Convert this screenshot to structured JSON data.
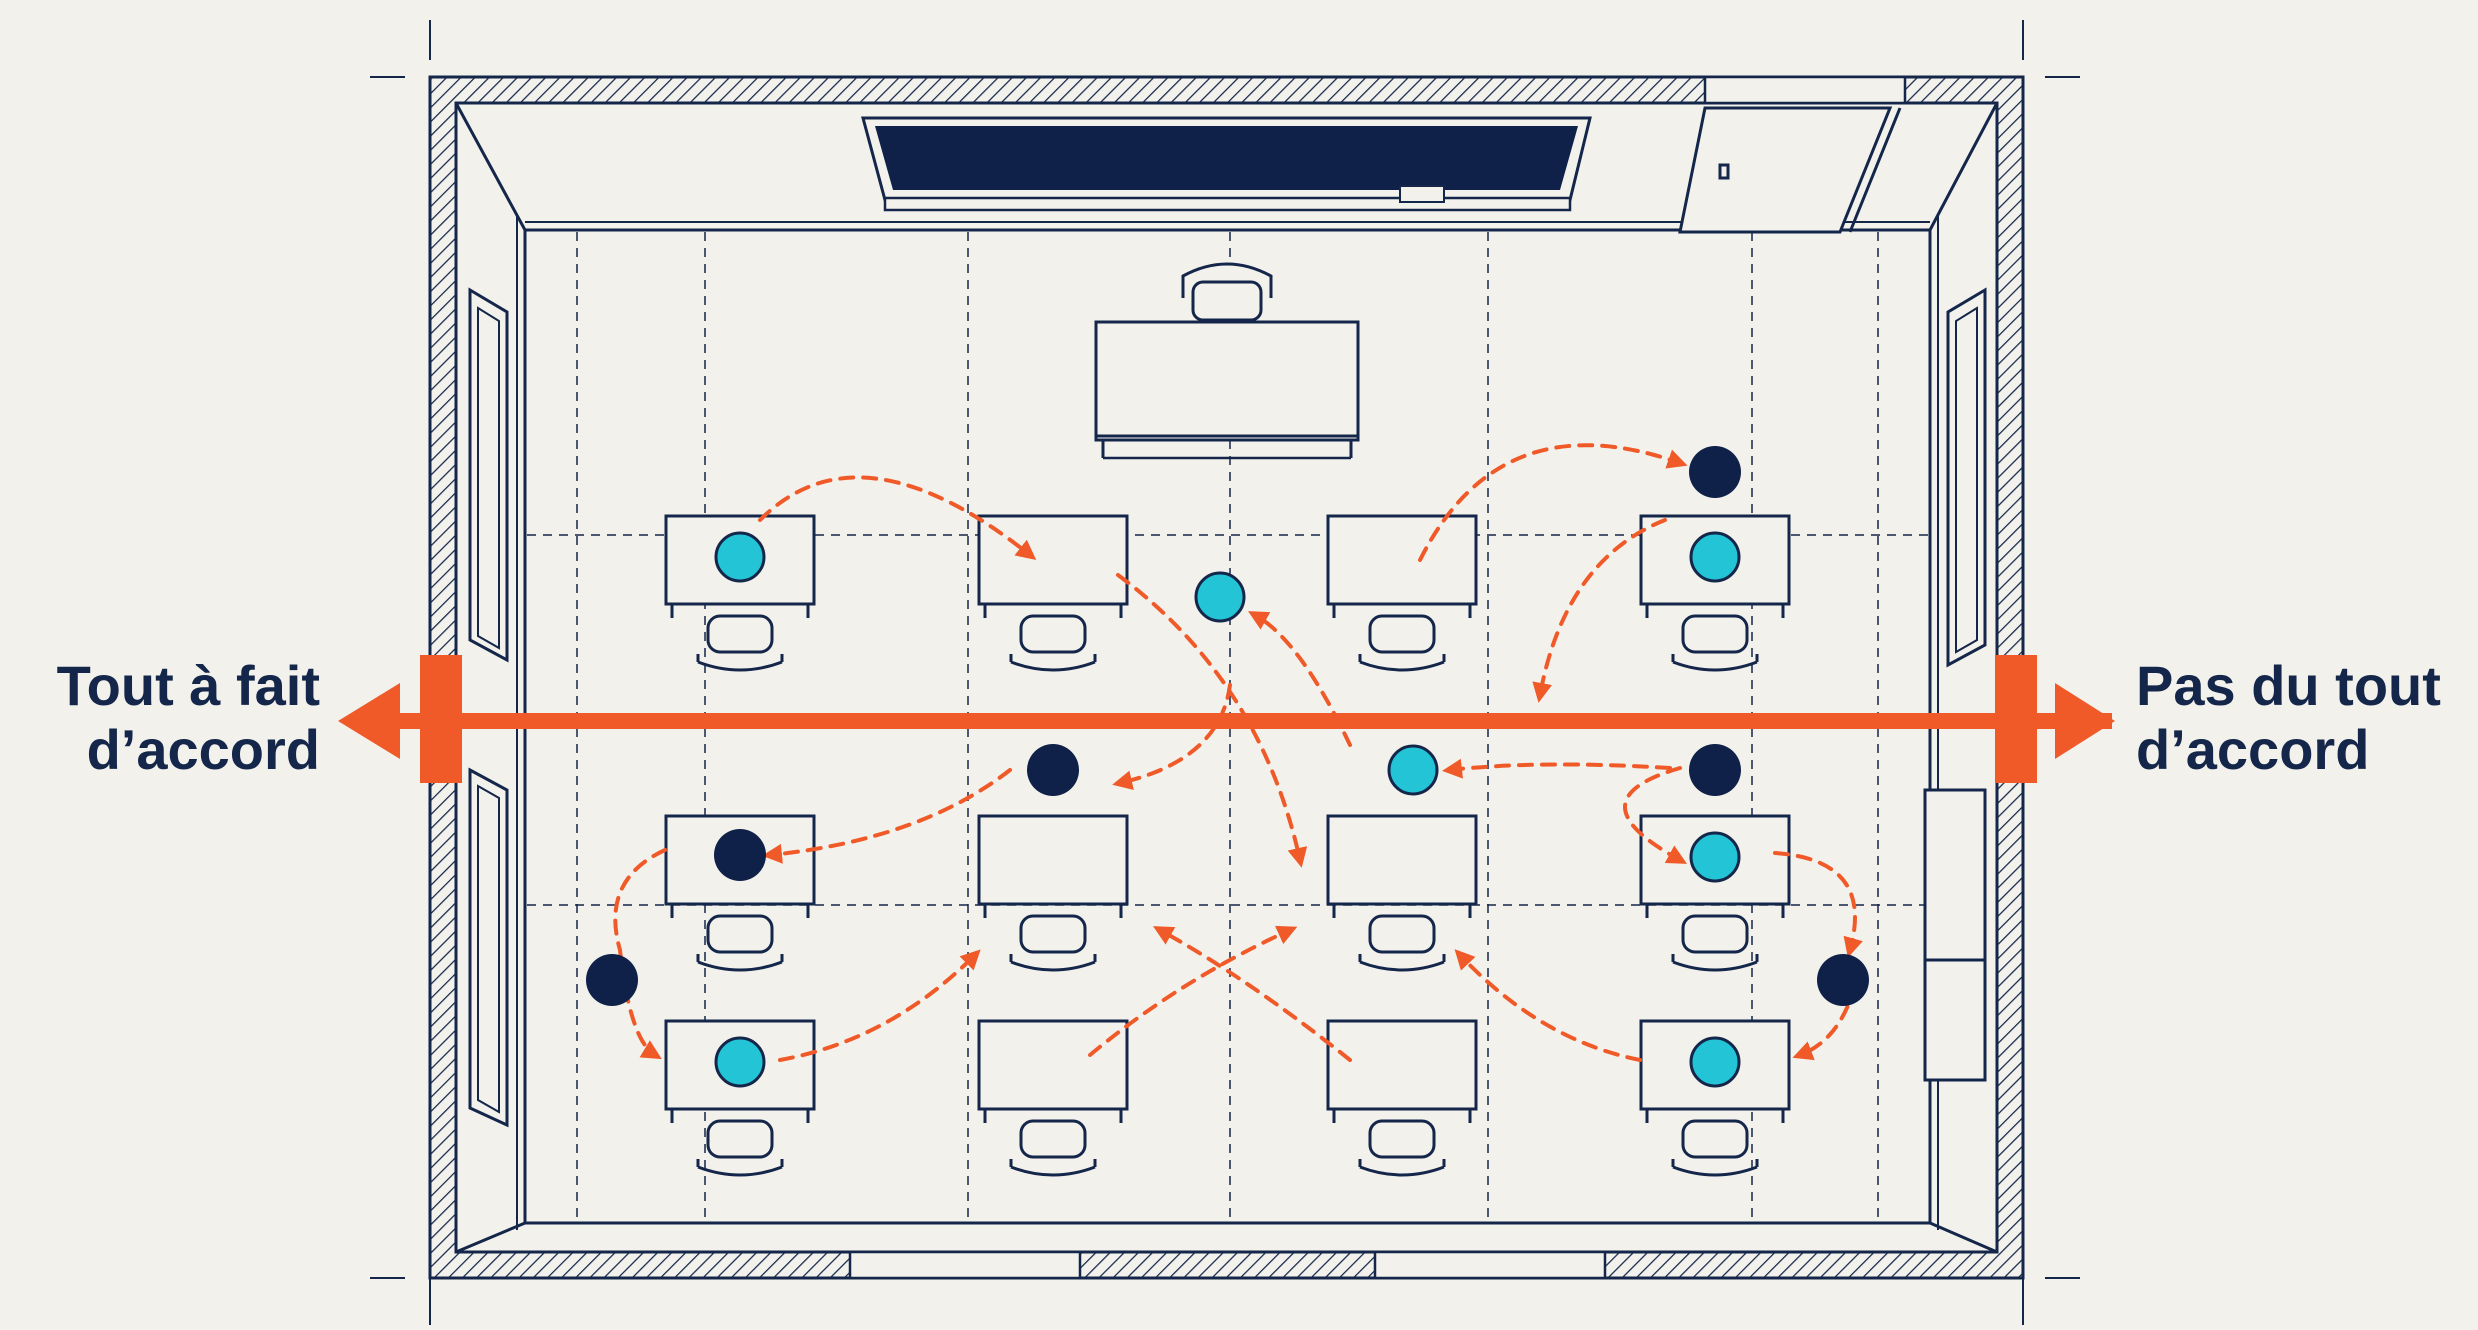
{
  "axis": {
    "left_label_line1": "Tout à fait",
    "left_label_line2": "d’accord",
    "right_label_line1": "Pas du tout",
    "right_label_line2": "d’accord"
  },
  "colors": {
    "background": "#f3f1ec",
    "ink": "#14264a",
    "accent_orange": "#f05a28",
    "teal": "#22c4d6",
    "navy_dot": "#0f2148"
  },
  "icons": {
    "room": "classroom-floor-plan-icon",
    "desk": "desk-with-chair-icon",
    "teal_marker": "teal-person-marker-icon",
    "navy_marker": "navy-person-marker-icon",
    "movement": "dashed-arrow-icon"
  }
}
